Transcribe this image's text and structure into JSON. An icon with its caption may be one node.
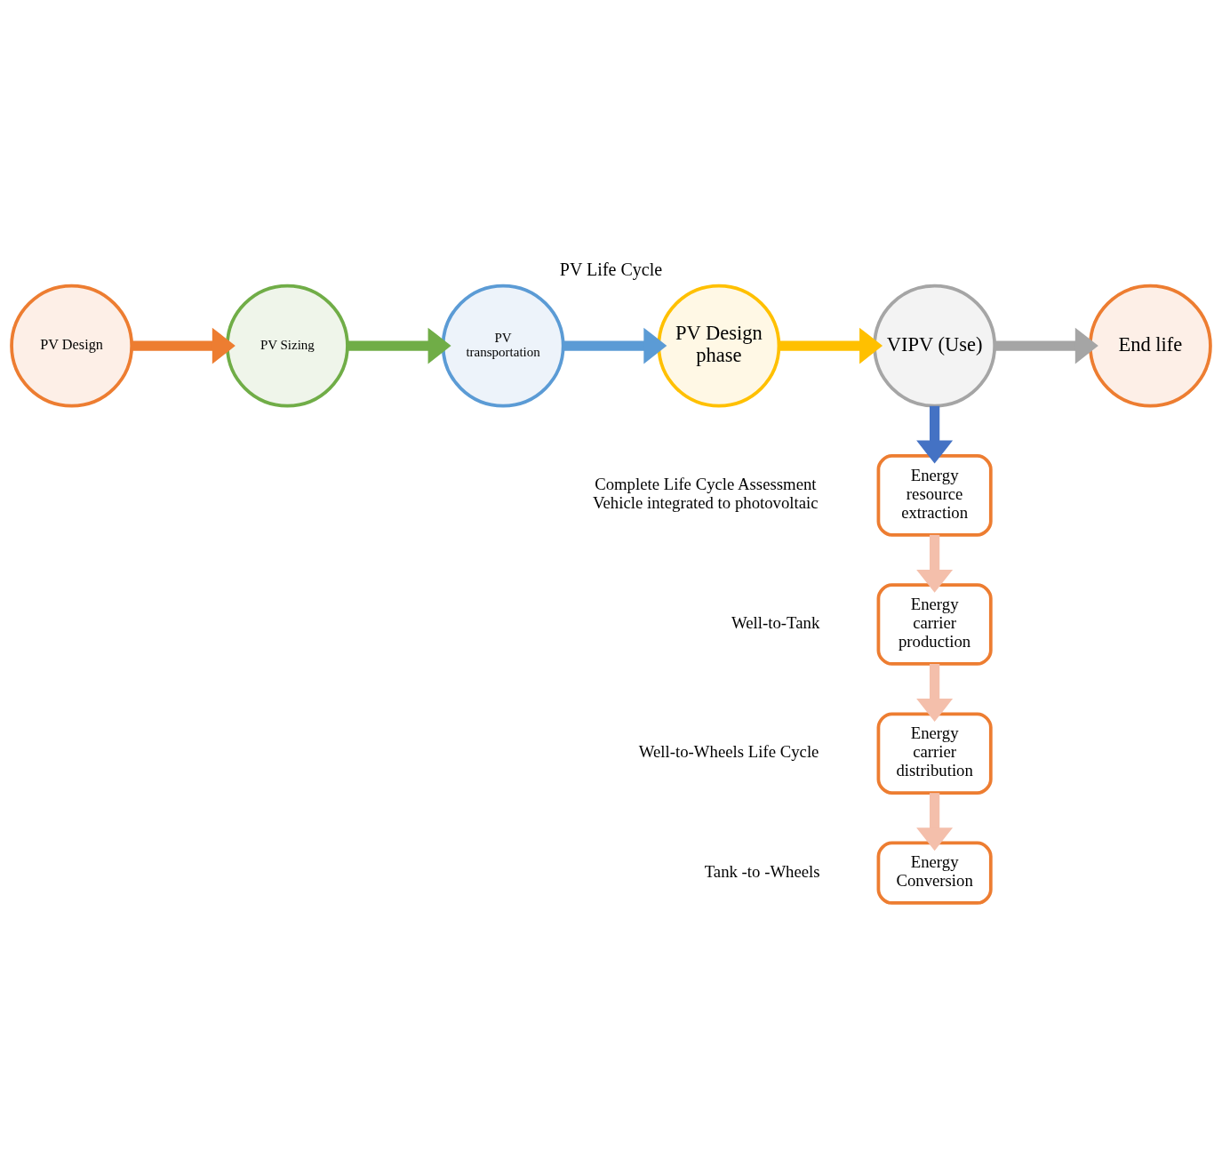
{
  "diagram": {
    "title": "PV Life Cycle",
    "nodes": [
      {
        "text": [
          "PV Design"
        ]
      },
      {
        "text": [
          "PV Sizing"
        ]
      },
      {
        "text": [
          "PV transportation"
        ]
      },
      {
        "text": [
          "PV Design phase"
        ]
      },
      {
        "text": [
          "VIPV (Use)"
        ]
      },
      {
        "text": [
          "End life"
        ]
      },
      {
        "text": [
          "Energy resource extraction"
        ]
      },
      {
        "text": [
          "Energy carrier production"
        ]
      },
      {
        "text": [
          "Energy carrier distribution"
        ]
      },
      {
        "text": [
          "Energy Conversion"
        ]
      }
    ],
    "edges": [
      {
        "from": 0,
        "to": 1,
        "arrow": "to",
        "color": "#ed7d31"
      },
      {
        "from": 1,
        "to": 2,
        "arrow": "to",
        "color": "#70ad47"
      },
      {
        "from": 2,
        "to": 3,
        "arrow": "to",
        "color": "#5b9bd5"
      },
      {
        "from": 3,
        "to": 4,
        "arrow": "to",
        "color": "#ffc000"
      },
      {
        "from": 4,
        "to": 5,
        "arrow": "to",
        "color": "#a5a5a5"
      },
      {
        "from": 4,
        "to": 6,
        "arrow": "to",
        "color": "#4472c4"
      },
      {
        "from": 6,
        "to": 7,
        "arrow": "to",
        "color": "#f4bfab"
      },
      {
        "from": 7,
        "to": 8,
        "arrow": "to",
        "color": "#f4bfab"
      },
      {
        "from": 8,
        "to": 9,
        "arrow": "to",
        "color": "#f4bfab"
      }
    ],
    "labels": [
      "Complete Life Cycle Assessment Vehicle integrated to photovoltaic",
      "Well-to-Tank",
      "Well-to-Wheels Life Cycle",
      "Tank -to -Wheels"
    ]
  }
}
